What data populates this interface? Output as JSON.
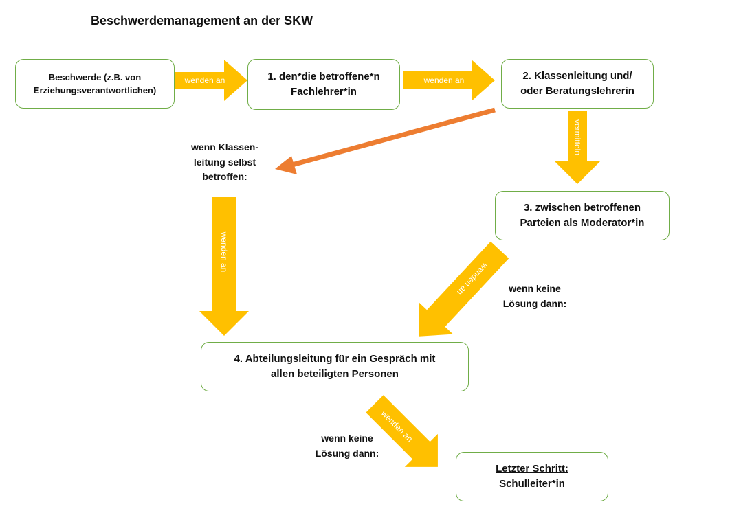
{
  "title": "Beschwerdemanagement an der SKW",
  "nodes": {
    "start": {
      "lines": [
        "Beschwerde (z.B. von",
        "Erziehungsverantwortlichen)"
      ]
    },
    "step1": {
      "lines": [
        "1. den*die betroffene*n",
        "Fachlehrer*in"
      ]
    },
    "step2": {
      "lines": [
        "2. Klassenleitung und/",
        "oder Beratungslehrerin"
      ]
    },
    "step3": {
      "lines": [
        "3. zwischen betroffenen",
        "Parteien als Moderator*in"
      ]
    },
    "step4": {
      "lines": [
        "4. Abteilungsleitung für ein Gespräch mit",
        "allen beteiligten Personen"
      ]
    },
    "final": {
      "lines": [
        "Letzter Schritt:",
        "Schulleiter*in"
      ]
    }
  },
  "notes": {
    "klassenleitung_betroffen": [
      "wenn Klassen-",
      "leitung selbst",
      "betroffen:"
    ],
    "keine_loesung_1": [
      "wenn keine",
      "Lösung dann:"
    ],
    "keine_loesung_2": [
      "wenn keine",
      "Lösung dann:"
    ]
  },
  "arrow_labels": {
    "start_to_step1": "wenden an",
    "step1_to_step2": "wenden an",
    "step2_to_step3": "vermitteln",
    "note_to_step4": "wenden an",
    "step3_to_step4": "wenden an",
    "step4_to_final": "wenden an"
  },
  "colors": {
    "box_border": "#70ad47",
    "arrow_fill": "#ffc000",
    "arrow_accent": "#ed7d31",
    "text": "#111111"
  }
}
